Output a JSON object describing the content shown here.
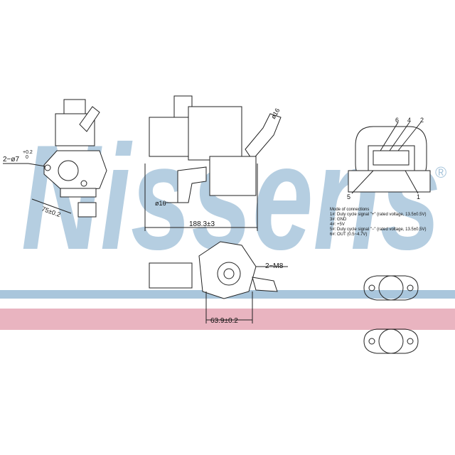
{
  "brand": {
    "name": "Nissens",
    "registered_mark": "®",
    "color_blue": "#a9c6dc",
    "color_pink": "#e9b4c0"
  },
  "dimensions": {
    "hole": "2−ø7",
    "hole_tol_upper": "+0.2",
    "hole_tol_lower": "0",
    "left_span": "75±0.2",
    "pipe_top": "ø16",
    "pipe_left": "ø16",
    "length": "188.3±3",
    "thread": "2−M8",
    "flange": "63.9±0.2"
  },
  "connector": {
    "pins": [
      "6",
      "4",
      "2",
      "5",
      "1"
    ],
    "title": "Mode of connections",
    "lines": [
      "1#: Duty cycle signal \"+\" (rated voltage, 13.5±0.5V)",
      "3#: GND",
      "4#: +5V",
      "5#: Duty cycle signal \"−\" (rated voltage, 13.5±0.5V)",
      "6#: OUT (0.5~4.7V)"
    ]
  }
}
